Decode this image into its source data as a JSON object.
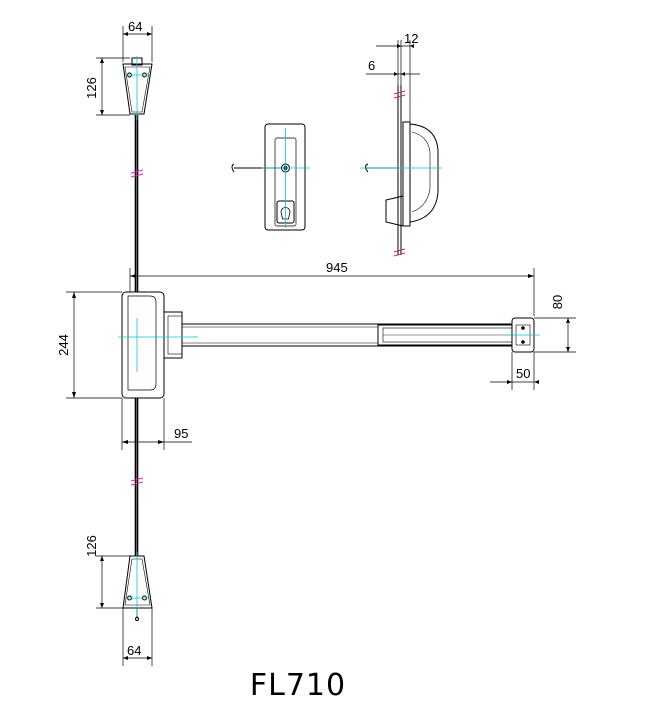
{
  "drawing": {
    "model": "FL710",
    "dimensions": {
      "top_rod_guide_width": "64",
      "top_rod_guide_height": "126",
      "overall_length": "945",
      "chassis_height": "244",
      "chassis_projection": "95",
      "end_cap_height": "80",
      "end_cap_width": "50",
      "bottom_rod_guide_height": "126",
      "bottom_rod_guide_width": "64",
      "side_plate_offset": "6",
      "side_plate_thickness": "12"
    }
  },
  "colors": {
    "line": "#000000",
    "center": "#00c8d8",
    "break": "#e020c0",
    "section": "#d03030"
  }
}
